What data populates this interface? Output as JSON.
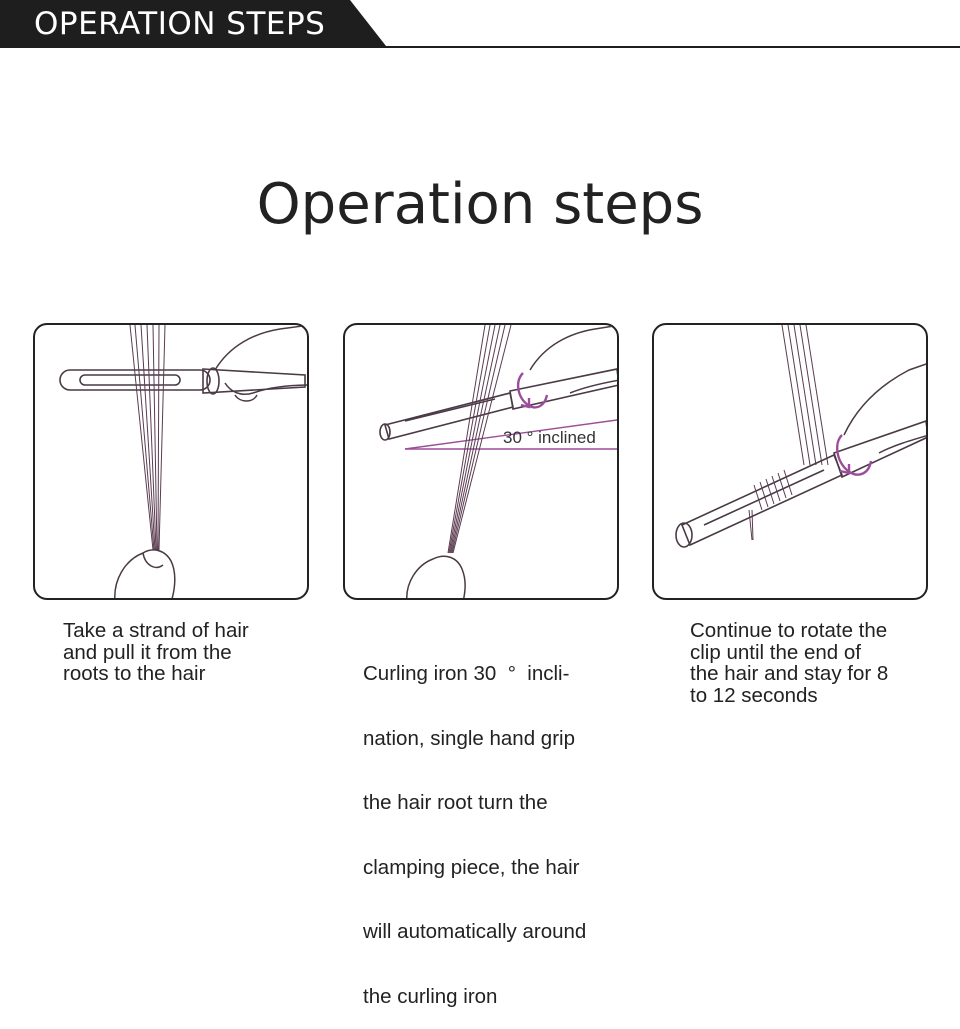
{
  "header": {
    "title": "OPERATION STEPS"
  },
  "main": {
    "title": "Operation steps"
  },
  "steps": [
    {
      "caption_lines": [
        "Take a strand of hair",
        "and pull it from the",
        "roots to the hair"
      ]
    },
    {
      "angle_label": "30 ° inclined",
      "caption_lines": [
        "Curling iron 30  °  incli-",
        "nation, single hand grip",
        "the hair root turn the",
        "clamping piece, the hair",
        "will automatically around",
        "the curling iron"
      ]
    },
    {
      "caption_lines": [
        "Continue to rotate the",
        "clip until the end of",
        "the hair and stay for 8",
        "to 12 seconds"
      ]
    }
  ],
  "colors": {
    "header_bg": "#1e1e1e",
    "accent_purple": "#9c4d9a",
    "hair_line": "#5a3c50"
  },
  "icons": [
    "curling-iron-icon",
    "hand-icon",
    "rotation-arrow-icon"
  ]
}
